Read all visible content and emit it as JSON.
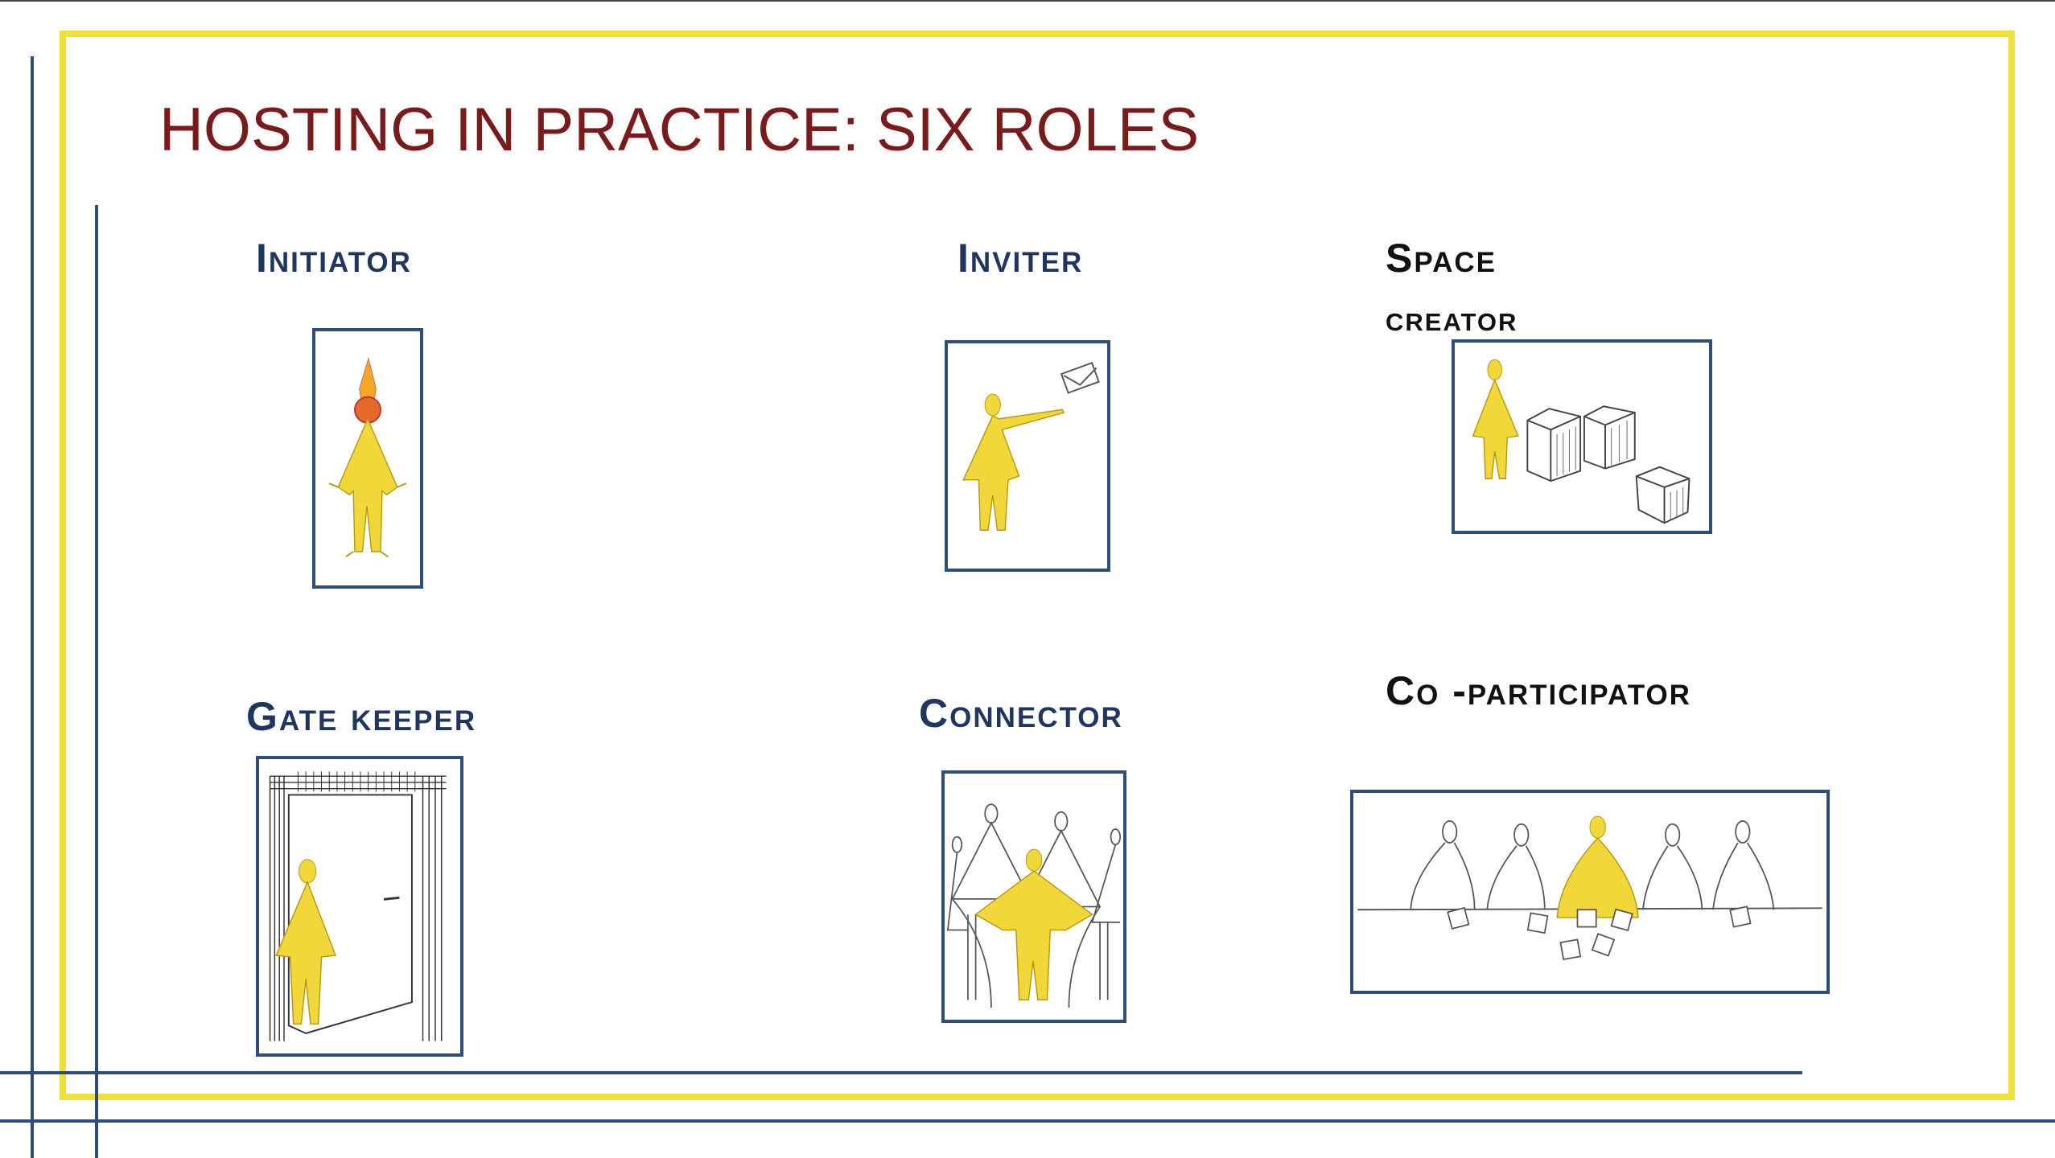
{
  "slide": {
    "title": "HOSTING IN PRACTICE: SIX ROLES",
    "colors": {
      "title": "#7a1a1a",
      "label": "#1f3760",
      "figure": "#f2d73a",
      "frame_yellow": "#f1e03a",
      "frame_blue": "#2f4f7a"
    }
  },
  "roles": [
    {
      "label": "Initiator",
      "icon": "initiator-figure-with-flame-icon"
    },
    {
      "label": "Inviter",
      "icon": "inviter-figure-throwing-envelope-icon"
    },
    {
      "label": "Space",
      "label_line2": "creator",
      "icon": "space-creator-figure-with-boxes-icon"
    },
    {
      "label": "Gate keeper",
      "icon": "gate-keeper-figure-at-door-icon"
    },
    {
      "label": "Connector",
      "icon": "connector-figure-linking-people-icon"
    },
    {
      "label": "Co -participator",
      "icon": "co-participator-group-at-table-icon"
    }
  ]
}
